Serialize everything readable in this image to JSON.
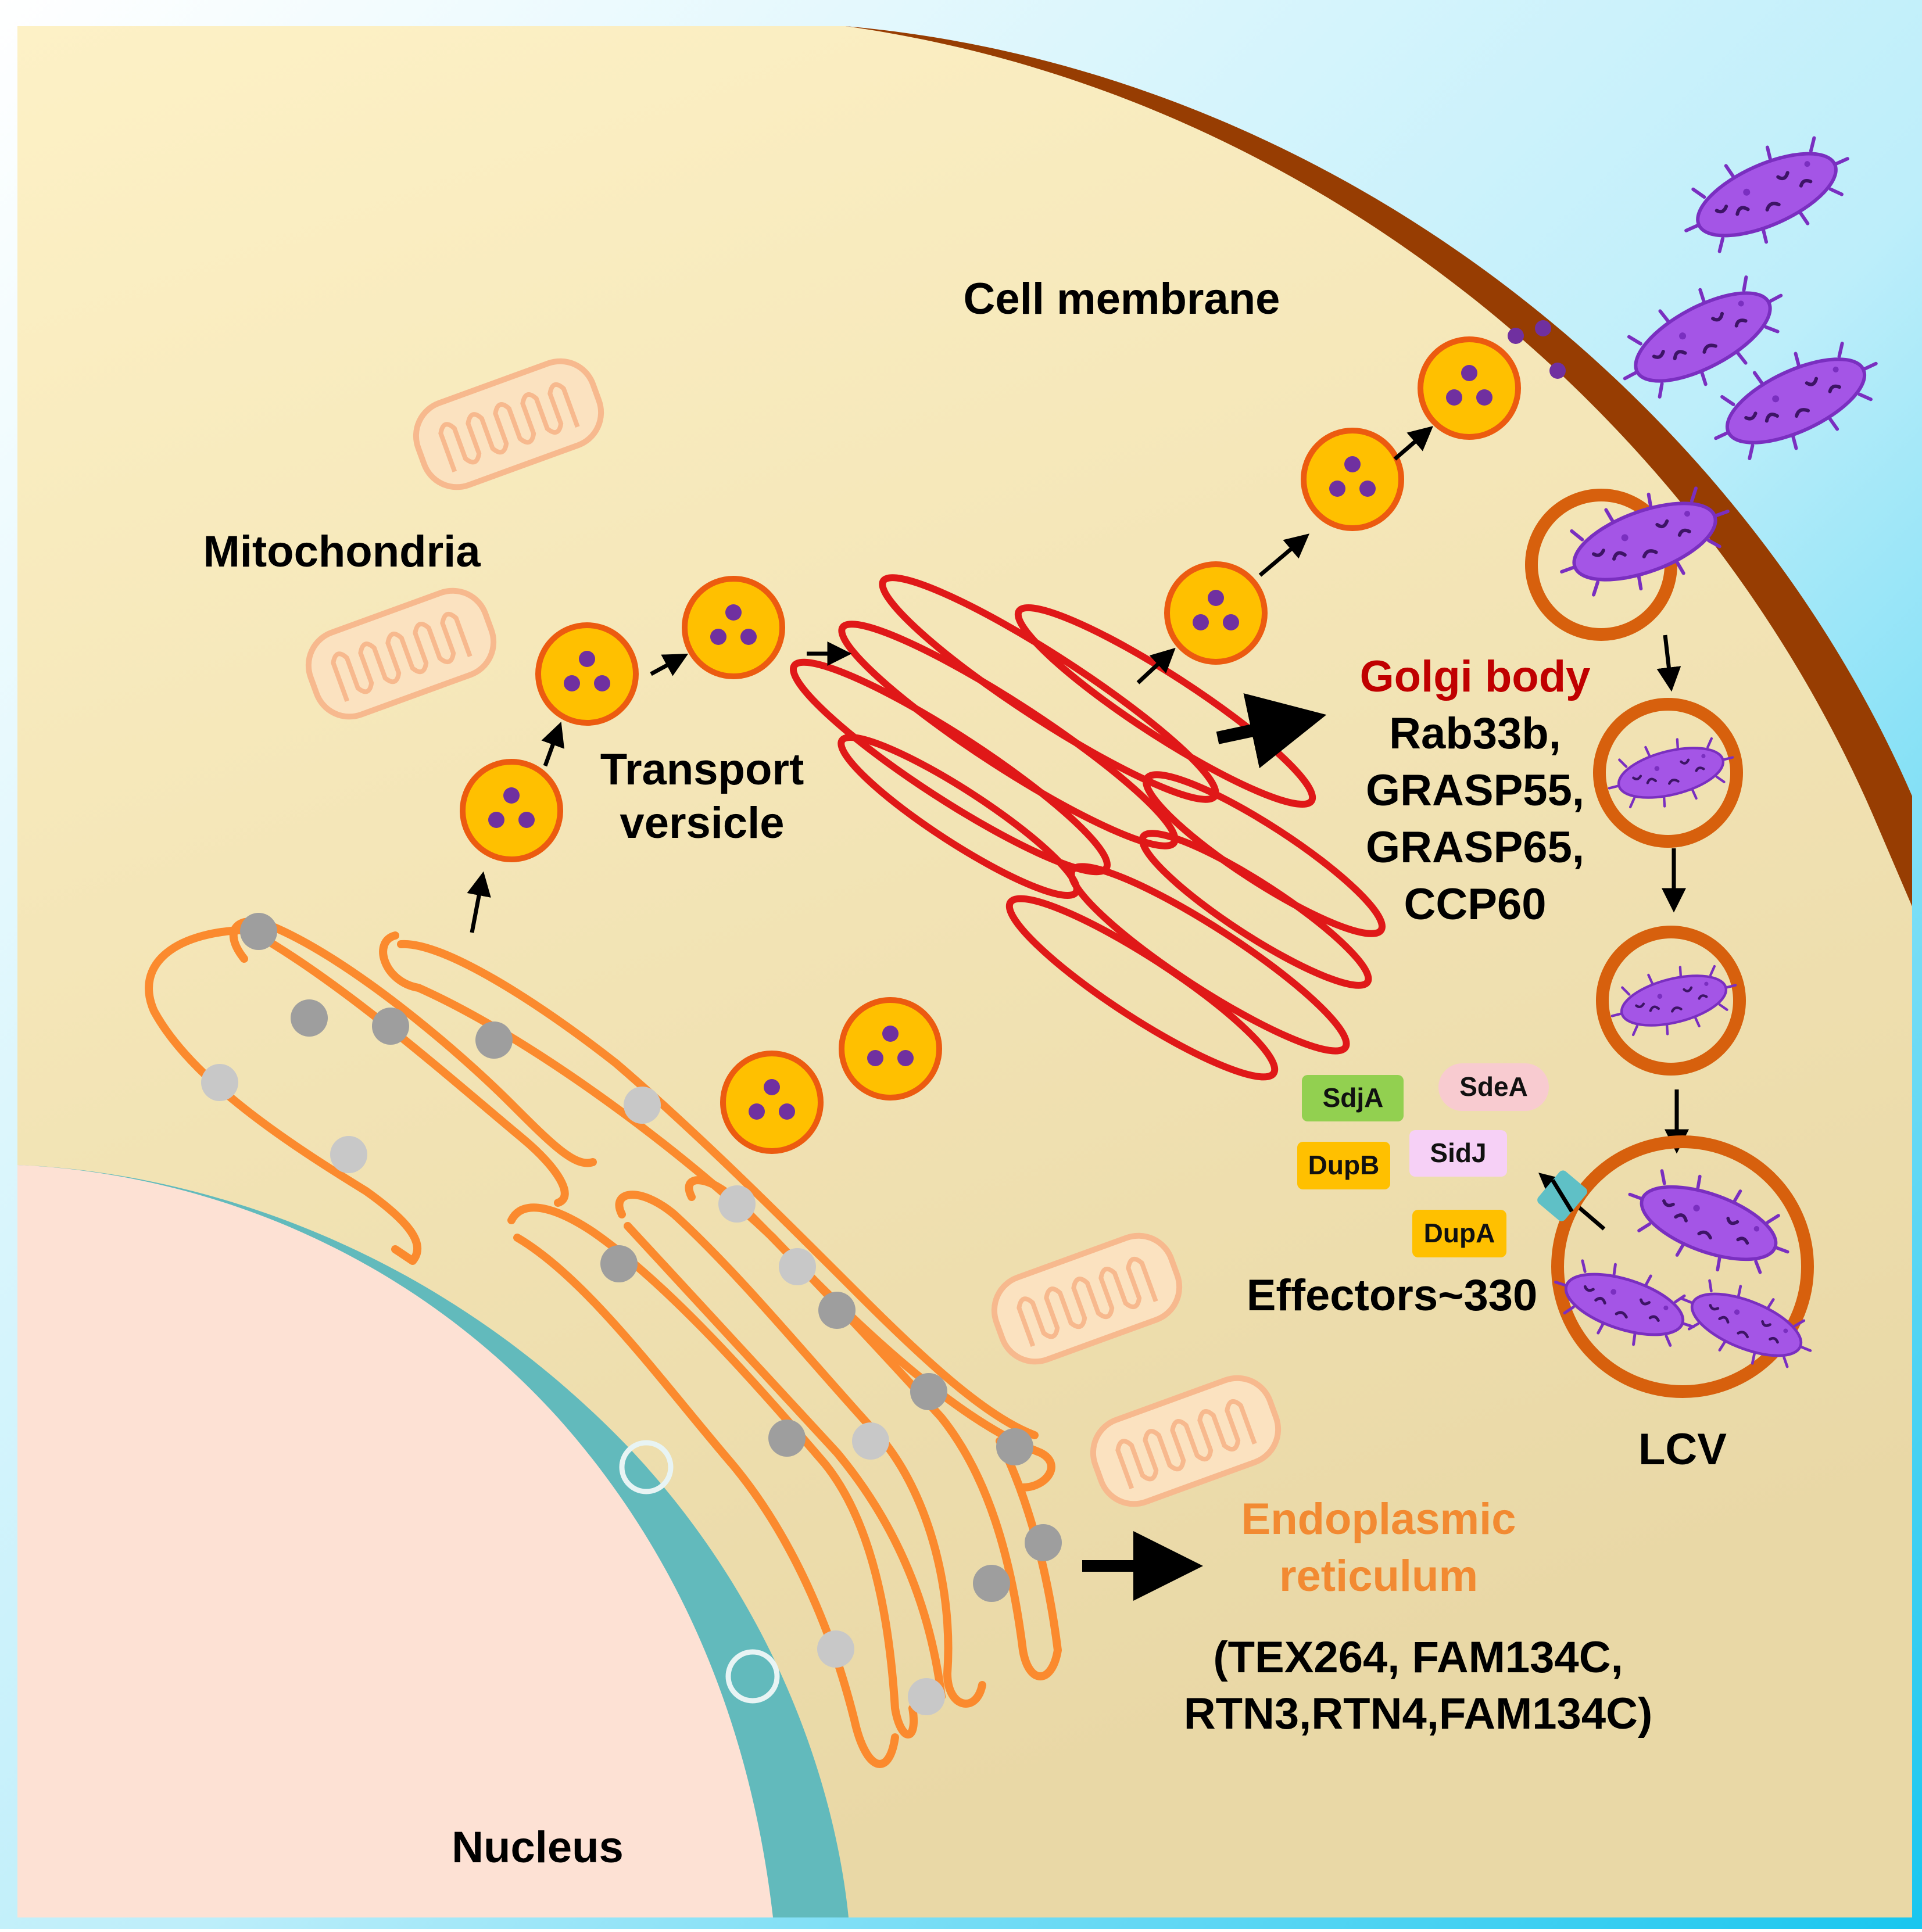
{
  "labels": {
    "cell_membrane": "Cell membrane",
    "mitochondria": "Mitochondria",
    "transport_line1": "Transport",
    "transport_line2": "versicle",
    "golgi_title": "Golgi body",
    "golgi_proteins": [
      "Rab33b,",
      "GRASP55,",
      "GRASP65,",
      "CCP60"
    ],
    "er_line1": "Endoplasmic",
    "er_line2": "reticulum",
    "er_proteins_line1": "(TEX264, FAM134C,",
    "er_proteins_line2": "RTN3,RTN4,FAM134C)",
    "nucleus": "Nucleus",
    "lcv": "LCV",
    "effectors_count": "Effectors~330"
  },
  "effectors": [
    {
      "name": "SdjA",
      "color": "#92d050"
    },
    {
      "name": "SdeA",
      "color": "#f8cbd0"
    },
    {
      "name": "SidJ",
      "color": "#f6d0f6"
    },
    {
      "name": "DupB",
      "color": "#ffc000"
    },
    {
      "name": "DupA",
      "color": "#ffc000"
    }
  ],
  "colors": {
    "cytoplasm": "#fbefc2",
    "membrane": "#973d02",
    "extracellular": "#7fdcf4",
    "golgi": "#e01818",
    "golgi_label": "#c00000",
    "er": "#fb8a2e",
    "er_label": "#f28a32",
    "nucleus": "#fde1d4",
    "nuclear_envelope": "#62babc",
    "vesicle_fill": "#ffc000",
    "vesicle_stroke": "#ec5b10",
    "cargo": "#7030a0",
    "bacterium": "#a455e6",
    "lcv_ring": "#d7600d",
    "mitochondria": "#f7b98e"
  }
}
